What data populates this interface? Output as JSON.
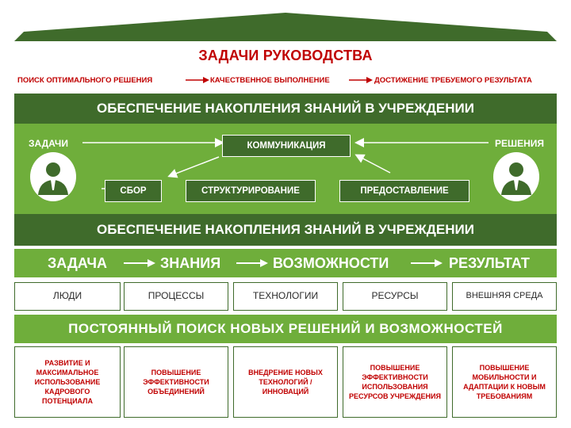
{
  "title": "ЗАДАЧИ РУКОВОДСТВА",
  "chain": [
    "ПОИСК ОПТИМАЛЬНОГО РЕШЕНИЯ",
    "КАЧЕСТВЕННОЕ ВЫПОЛНЕНИЕ",
    "ДОСТИЖЕНИЕ ТРЕБУЕМОГО РЕЗУЛЬТАТА"
  ],
  "band_top": "ОБЕСПЕЧЕНИЕ НАКОПЛЕНИЯ ЗНАНИЙ В УЧРЕЖДЕНИИ",
  "band_bottom": "ОБЕСПЕЧЕНИЕ НАКОПЛЕНИЯ ЗНАНИЙ В УЧРЕЖДЕНИИ",
  "cycle": {
    "left_label": "ЗАДАЧИ",
    "right_label": "РЕШЕНИЯ",
    "center": "КОММУНИКАЦИЯ",
    "stages": [
      "СБОР",
      "СТРУКТУРИРОВАНИЕ",
      "ПРЕДОСТАВЛЕНИЕ"
    ]
  },
  "process": [
    "ЗАДАЧА",
    "ЗНАНИЯ",
    "ВОЗМОЖНОСТИ",
    "РЕЗУЛЬТАТ"
  ],
  "resources": [
    "ЛЮДИ",
    "ПРОЦЕССЫ",
    "ТЕХНОЛОГИИ",
    "РЕСУРСЫ",
    "ВНЕШНЯЯ СРЕДА"
  ],
  "search_banner": "ПОСТОЯННЫЙ ПОИСК НОВЫХ РЕШЕНИЙ И ВОЗМОЖНОСТЕЙ",
  "outcomes": [
    "РАЗВИТИЕ И МАКСИМАЛЬНОЕ ИСПОЛЬЗОВАНИЕ КАДРОВОГО ПОТЕНЦИАЛА",
    "ПОВЫШЕНИЕ ЭФФЕКТИВНОСТИ ОБЪЕДИНЕНИЙ",
    "ВНЕДРЕНИЕ НОВЫХ ТЕХНОЛОГИЙ / ИННОВАЦИЙ",
    "ПОВЫШЕНИЕ ЭФФЕКТИВНОСТИ ИСПОЛЬЗОВАНИЯ РЕСУРСОВ УЧРЕЖДЕНИЯ",
    "ПОВЫШЕНИЕ МОБИЛЬНОСТИ И АДАПТАЦИИ К НОВЫМ ТРЕБОВАНИЯМ"
  ],
  "colors": {
    "dark_green": "#3f6b2b",
    "light_green": "#6fae3b",
    "red": "#c00000"
  },
  "icons": [
    "person-icon"
  ]
}
